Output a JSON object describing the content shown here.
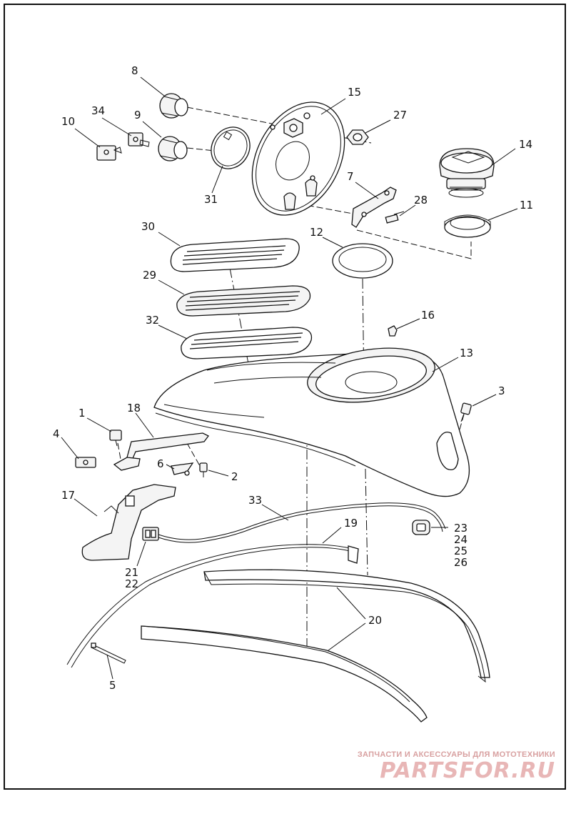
{
  "callouts": {
    "n1": "1",
    "n2": "2",
    "n3": "3",
    "n4": "4",
    "n5": "5",
    "n6": "6",
    "n7": "7",
    "n8": "8",
    "n9": "9",
    "n10": "10",
    "n11": "11",
    "n12": "12",
    "n13": "13",
    "n14": "14",
    "n15": "15",
    "n16": "16",
    "n17": "17",
    "n18": "18",
    "n19": "19",
    "n20": "20",
    "n21": "21",
    "n22": "22",
    "n23": "23",
    "n24": "24",
    "n25": "25",
    "n26": "26",
    "n27": "27",
    "n28": "28",
    "n29": "29",
    "n30": "30",
    "n31": "31",
    "n32": "32",
    "n33": "33",
    "n34": "34"
  },
  "watermark": {
    "caption": "ЗАПЧАСТИ И АКСЕССУАРЫ ДЛЯ МОТОТЕХНИКИ",
    "logo": "PARTSFOR.RU"
  },
  "colors": {
    "line": "#111111",
    "watermark": "#e8b6b6"
  }
}
